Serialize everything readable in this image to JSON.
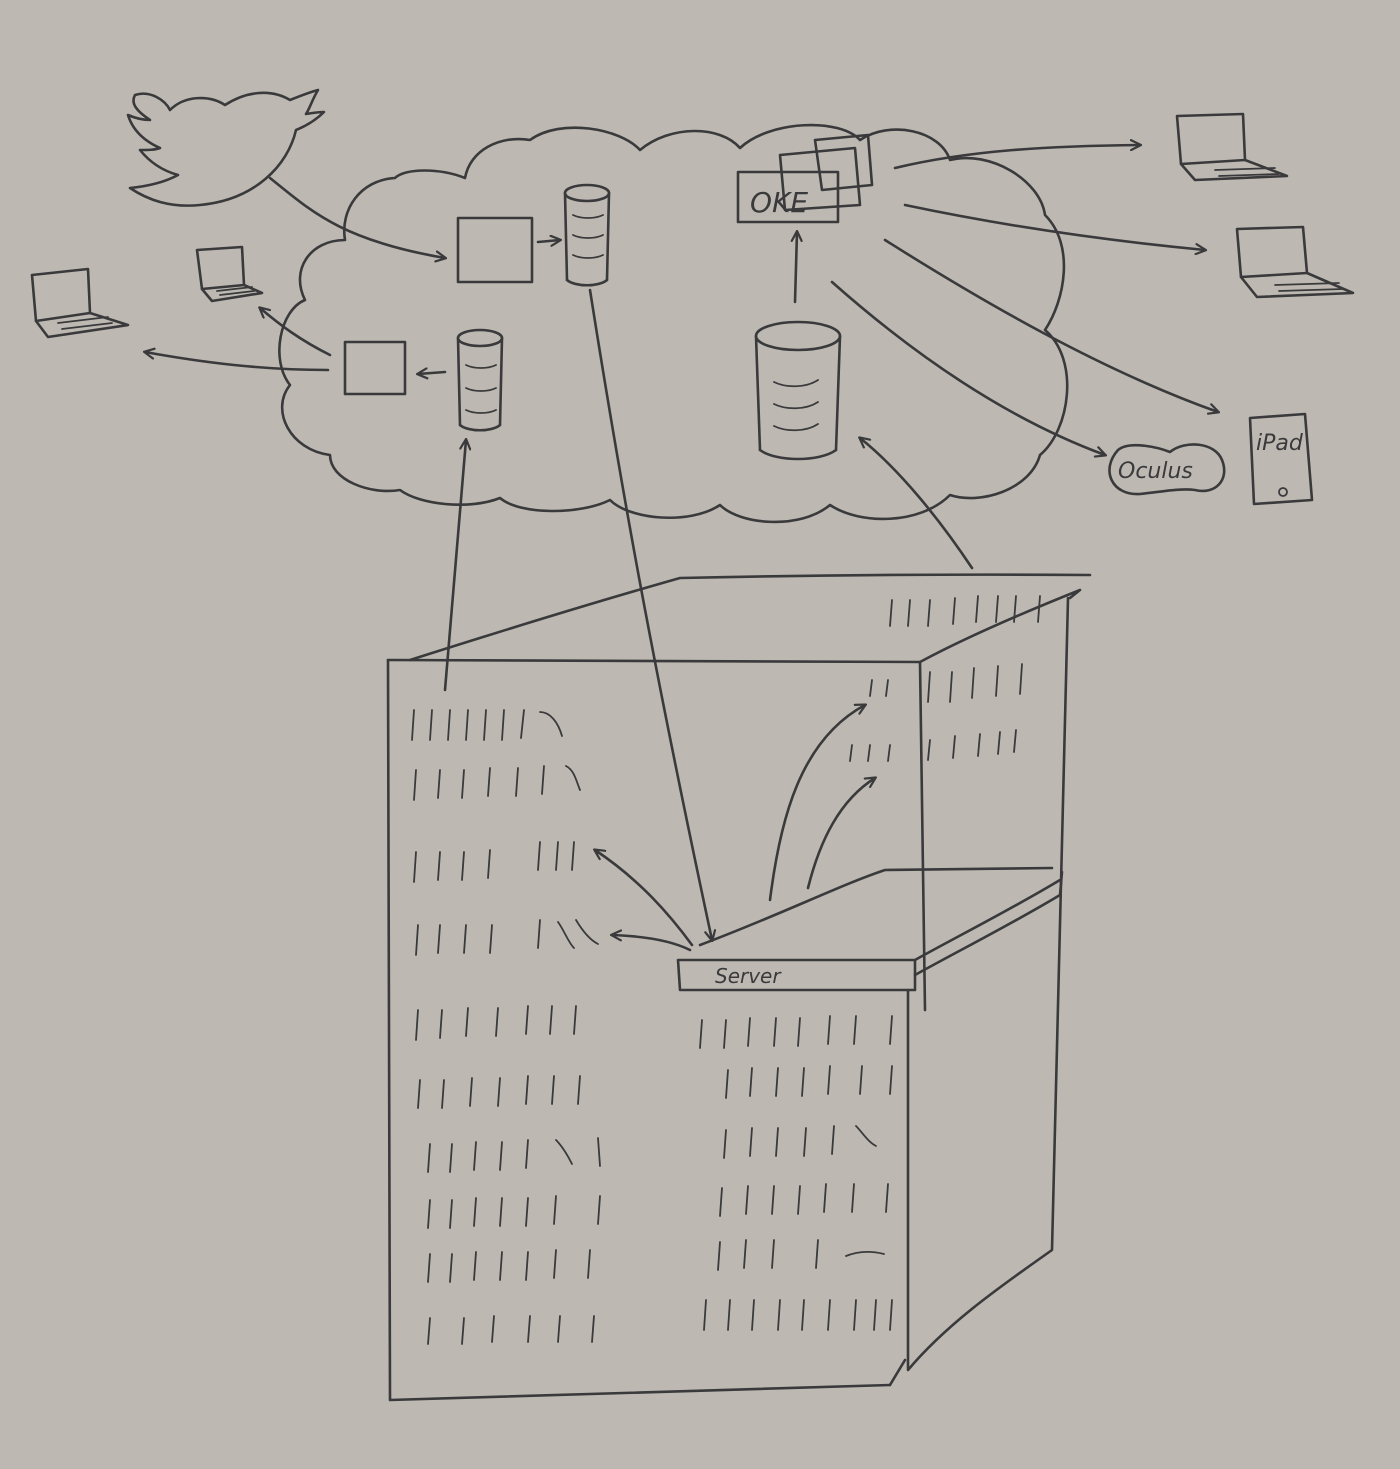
{
  "labels": {
    "oke": "OKE",
    "oculus": "Oculus",
    "ipad": "iPad",
    "server": "Server"
  },
  "colors": {
    "paper": "#bdb9b2",
    "ink": "#3a3a3c"
  },
  "icons": {
    "bird": "twitter-bird-icon",
    "laptop": "laptop-icon",
    "database": "database-icon",
    "cloud": "cloud-icon",
    "headset": "vr-headset-icon",
    "tablet": "tablet-icon",
    "building": "datacenter-building-icon"
  }
}
